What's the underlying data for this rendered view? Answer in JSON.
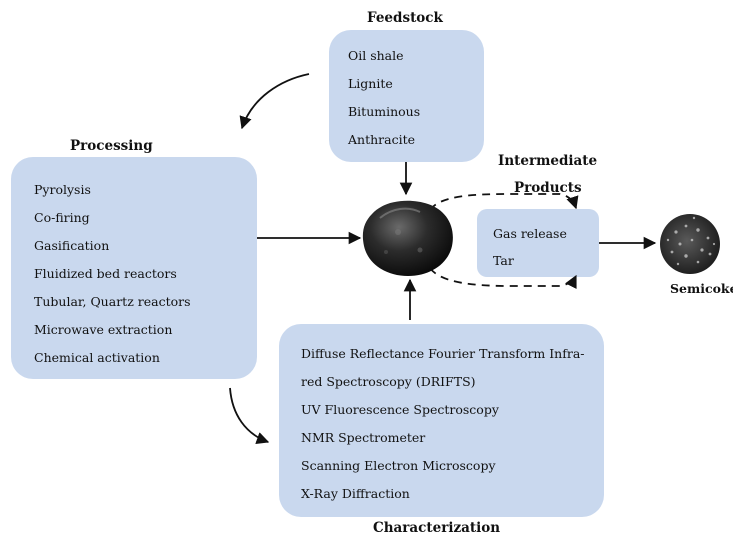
{
  "feedstock": {
    "heading": "Feedstock",
    "items": [
      "Oil shale",
      "Lignite",
      "Bituminous",
      "Anthracite"
    ]
  },
  "processing": {
    "heading": "Processing",
    "items": [
      "Pyrolysis",
      "Co-firing",
      "Gasification",
      "Fluidized bed reactors",
      "Tubular, Quartz reactors",
      "Microwave extraction",
      "Chemical activation"
    ]
  },
  "intermediate": {
    "heading_line1": "Intermediate",
    "heading_line2": "Products",
    "items": [
      "Gas release",
      "Tar"
    ]
  },
  "semicoke": {
    "label": "Semicoke"
  },
  "characterization": {
    "heading": "Characterization",
    "items": [
      "Diffuse Reflectance Fourier Transform Infra-",
      "red Spectroscopy (DRIFTS)",
      "UV Fluorescence Spectroscopy",
      "NMR Spectrometer",
      "Scanning Electron Microscopy",
      "X-Ray Diffraction"
    ]
  },
  "colors": {
    "box_fill": "#c9d8ee",
    "arrow": "#111111"
  }
}
